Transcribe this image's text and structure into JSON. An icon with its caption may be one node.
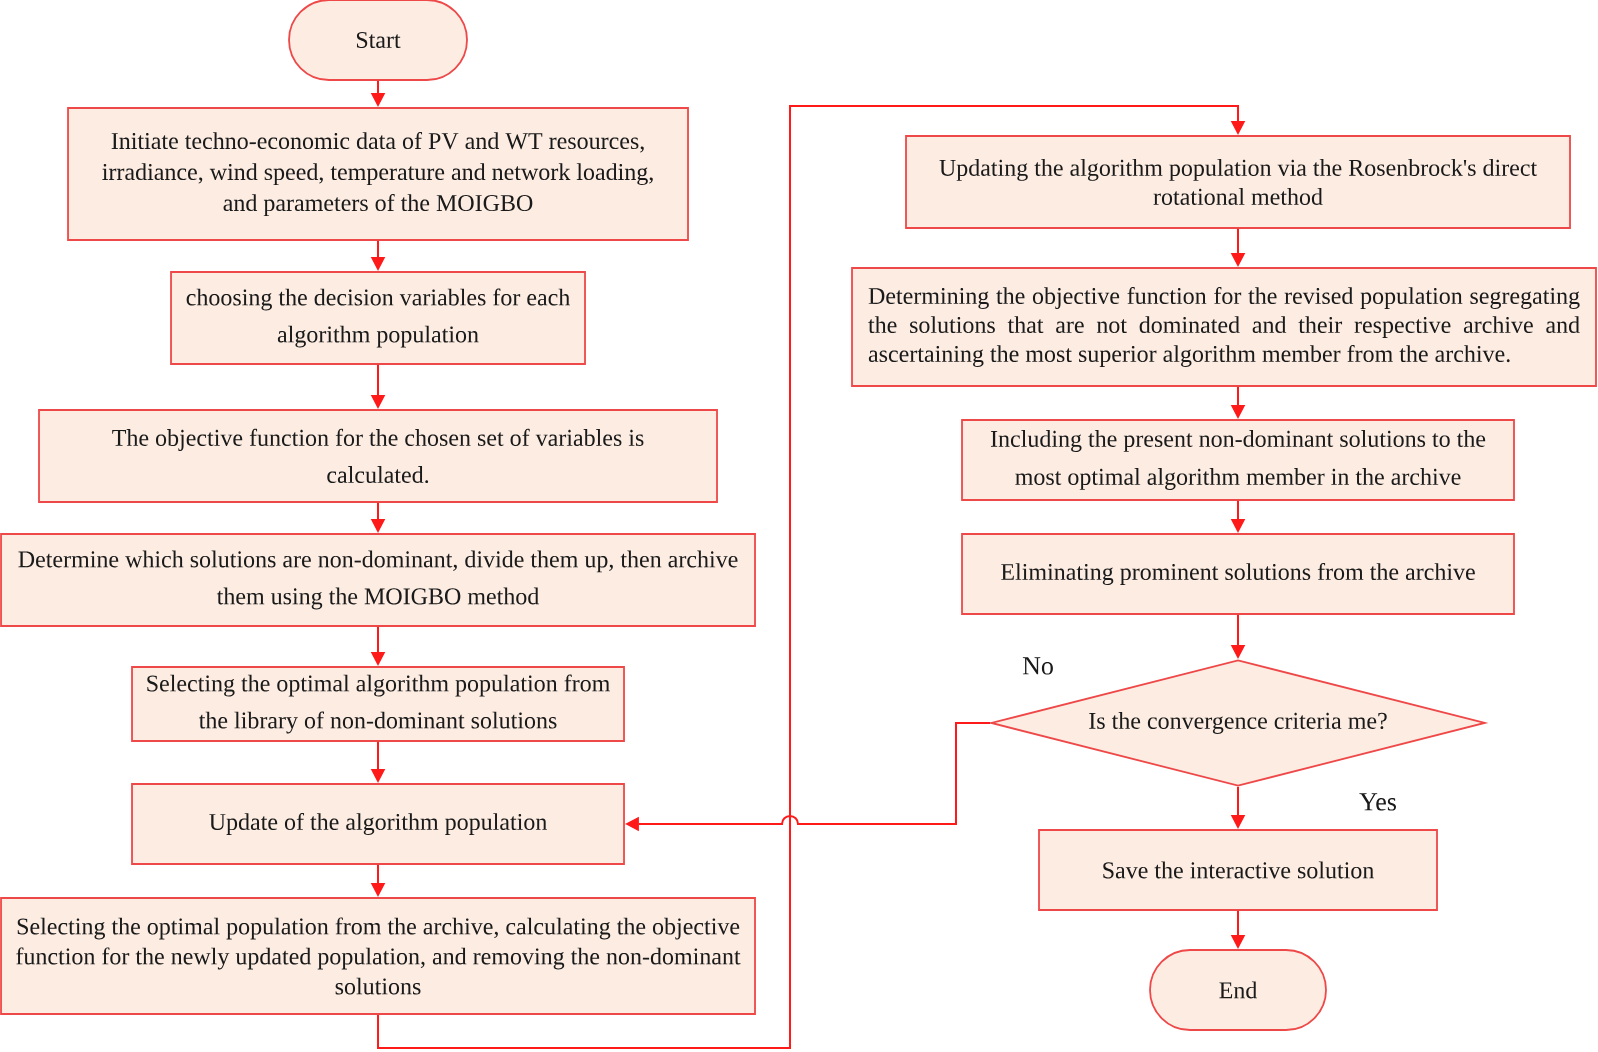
{
  "diagram": {
    "nodes": [
      {
        "text": [
          "Start"
        ]
      },
      {
        "text": [
          "Initiate techno-economic data of PV and WT resources, irradiance, wind speed, temperature and network loading, and parameters of the MOIGBO"
        ]
      },
      {
        "text": [
          "choosing the decision variables for each algorithm population"
        ]
      },
      {
        "text": [
          "The objective function for the chosen set of variables is calculated."
        ]
      },
      {
        "text": [
          "Determine which solutions are non-dominant, divide them up, then archive them using the MOIGBO method"
        ]
      },
      {
        "text": [
          "Selecting the optimal algorithm population from the library of non-dominant solutions"
        ]
      },
      {
        "text": [
          "Update of the algorithm population"
        ]
      },
      {
        "text": [
          "Selecting the optimal population from the archive, calculating the objective function for the newly updated population, and removing the non-dominant solutions"
        ]
      },
      {
        "text": [
          "Updating the algorithm population via the Rosenbrock's direct rotational method"
        ]
      },
      {
        "text": [
          "Determining the objective function for the revised population segregating the solutions that are not dominated and their respective archive and ascertaining the most superior algorithm member from the archive."
        ]
      },
      {
        "text": [
          "Including the present non-dominant solutions to the most optimal algorithm member in the archive"
        ]
      },
      {
        "text": [
          "Eliminating prominent solutions from the archive"
        ]
      },
      {
        "text": [
          "Is the convergence criteria me?"
        ]
      },
      {
        "text": [
          "Save the interactive solution"
        ]
      },
      {
        "text": [
          "End"
        ]
      }
    ],
    "edges": [
      {
        "from": 0,
        "to": 1,
        "arrow": "to"
      },
      {
        "from": 1,
        "to": 2,
        "arrow": "to"
      },
      {
        "from": 2,
        "to": 3,
        "arrow": "to"
      },
      {
        "from": 3,
        "to": 4,
        "arrow": "to"
      },
      {
        "from": 4,
        "to": 5,
        "arrow": "to"
      },
      {
        "from": 5,
        "to": 6,
        "arrow": "to"
      },
      {
        "from": 6,
        "to": 7,
        "arrow": "to"
      },
      {
        "from": 7,
        "to": 8,
        "arrow": "to"
      },
      {
        "from": 8,
        "to": 9,
        "arrow": "to"
      },
      {
        "from": 9,
        "to": 10,
        "arrow": "to"
      },
      {
        "from": 10,
        "to": 11,
        "arrow": "to"
      },
      {
        "from": 11,
        "to": 12,
        "arrow": "to"
      },
      {
        "from": 12,
        "to": 6,
        "arrow": "to",
        "label": "No"
      },
      {
        "from": 12,
        "to": 13,
        "arrow": "to",
        "label": "Yes"
      },
      {
        "from": 13,
        "to": 14,
        "arrow": "to"
      }
    ]
  }
}
